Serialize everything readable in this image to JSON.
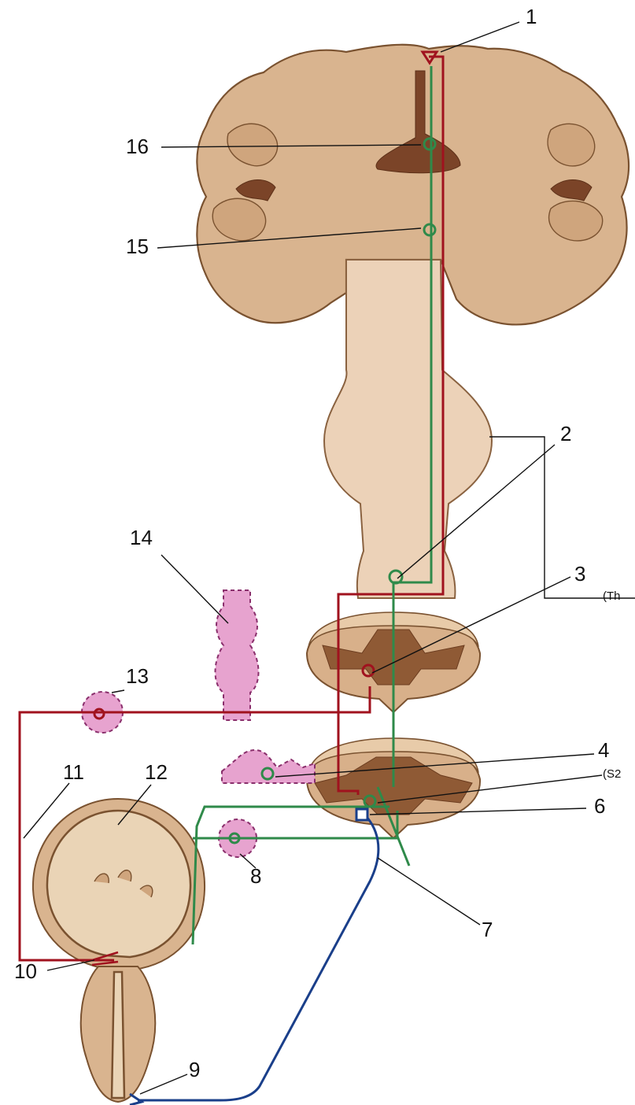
{
  "labels": {
    "l1": "1",
    "l2": "2",
    "l3": "3",
    "l3_note": "(Th",
    "l4": "4",
    "l4_note": "(S2",
    "l6": "6",
    "l7": "7",
    "l8": "8",
    "l9": "9",
    "l10": "10",
    "l11": "11",
    "l12": "12",
    "l13": "13",
    "l14": "14",
    "l15": "15",
    "l16": "16"
  },
  "colors": {
    "sympathetic_pathway": "#a0121e",
    "sensory_pathway": "#2f8a4a",
    "somatic_motor_pathway": "#1a3f8a",
    "ganglion": "#e7a3cf",
    "brain_tissue": "#d9b48f"
  }
}
